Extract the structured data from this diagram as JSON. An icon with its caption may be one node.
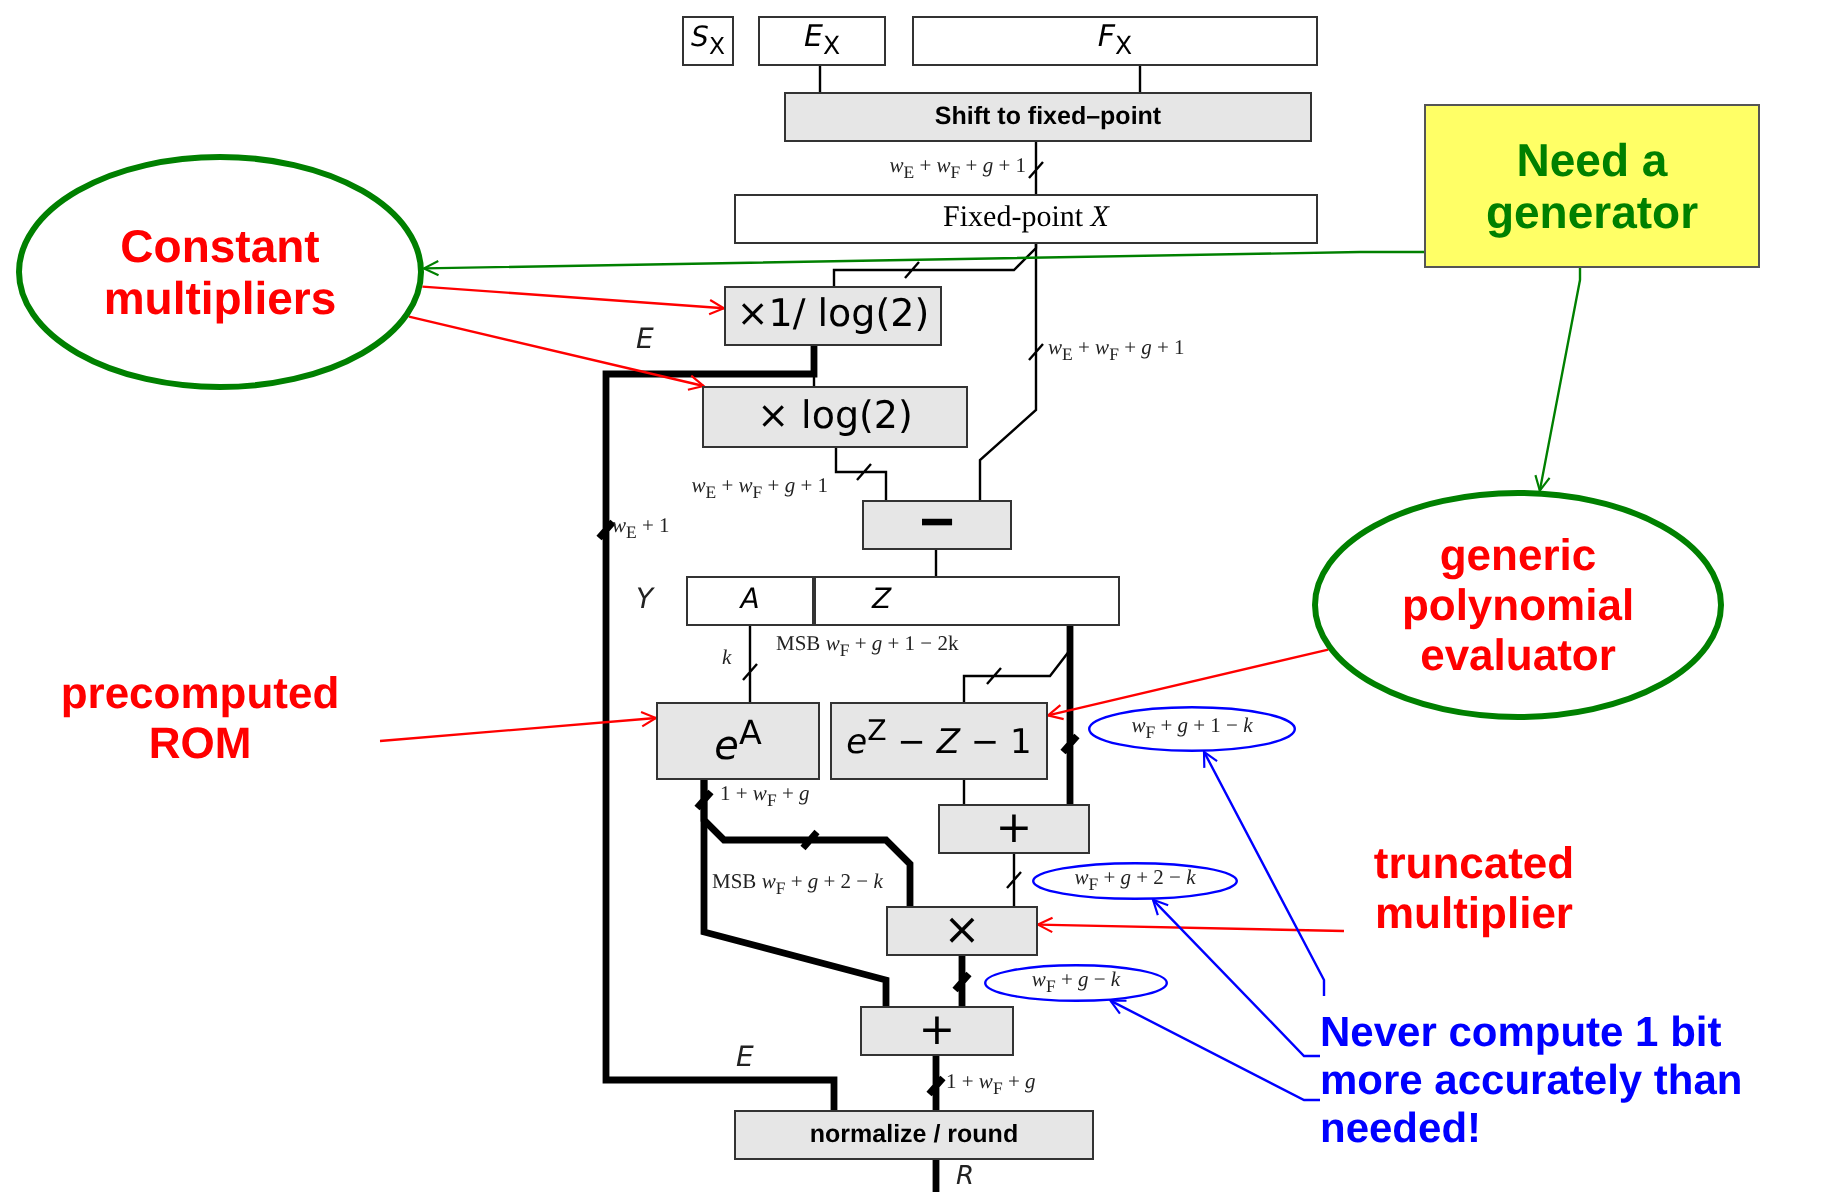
{
  "diagram": {
    "nodes": [
      {
        "text": [
          "*S*$_{X}$"
        ]
      },
      {
        "text": [
          "*E*$_{X}$"
        ]
      },
      {
        "text": [
          "*F*$_{X}$"
        ]
      },
      {
        "text": [
          "Shift to fixed–point"
        ]
      },
      {
        "text": [
          "Fixed-point *X*"
        ]
      },
      {
        "text": [
          "×1/ log(2)"
        ]
      },
      {
        "text": [
          "× log(2)"
        ]
      },
      {
        "text": [
          "−"
        ]
      },
      {
        "text": [
          "*A*"
        ]
      },
      {
        "text": [
          "*Z*"
        ]
      },
      {
        "text": [
          "*e*$^{A}$"
        ]
      },
      {
        "text": [
          "*e*$^{Z}$ − *Z* − 1"
        ]
      },
      {
        "text": [
          "+"
        ]
      },
      {
        "text": [
          "×"
        ]
      },
      {
        "text": [
          "+"
        ]
      },
      {
        "text": [
          "normalize / round"
        ]
      },
      {
        "text": [
          "Constant multipliers"
        ]
      },
      {
        "text": [
          "Need a generator"
        ]
      },
      {
        "text": [
          "generic polynomial evaluator"
        ]
      },
      {
        "text": [
          "precomputed ROM"
        ]
      },
      {
        "text": [
          "truncated multiplier"
        ]
      },
      {
        "text": [
          "Never compute 1 bit more accurately than needed!"
        ]
      },
      {
        "text": [
          "*w*$_{F}$ + *g* + 1 − *k*"
        ]
      },
      {
        "text": [
          "*w*$_{F}$ + *g* + 2 − *k*"
        ]
      },
      {
        "text": [
          "*w*$_{F}$ + *g* − *k*"
        ]
      }
    ],
    "edges": [
      {
        "from": 1,
        "to": 3,
        "arrow": "none"
      },
      {
        "from": 2,
        "to": 3,
        "arrow": "none"
      },
      {
        "from": 3,
        "to": 4,
        "arrow": "none",
        "label": "*w*$_{E}$ + *w*$_{F}$ + *g* + 1"
      },
      {
        "from": 4,
        "to": 5,
        "arrow": "none"
      },
      {
        "from": 4,
        "to": 7,
        "arrow": "none",
        "label": "*w*$_{E}$ + *w*$_{F}$ + *g* + 1"
      },
      {
        "from": 5,
        "to": 6,
        "arrow": "none"
      },
      {
        "from": 5,
        "to": 15,
        "arrow": "none",
        "style": "thick",
        "label": "*w*$_{E}$ + 1"
      },
      {
        "from": 6,
        "to": 7,
        "arrow": "none",
        "label": "*w*$_{E}$ + *w*$_{F}$ + *g* + 1"
      },
      {
        "from": 7,
        "to": 9,
        "arrow": "none"
      },
      {
        "from": 8,
        "to": 10,
        "arrow": "none",
        "label": "*k*"
      },
      {
        "from": 9,
        "to": 11,
        "arrow": "none",
        "label": "MSB *w*$_{F}$ + *g* + 1 − 2k"
      },
      {
        "from": 9,
        "to": 12,
        "arrow": "none",
        "style": "thick"
      },
      {
        "from": 11,
        "to": 12,
        "arrow": "none"
      },
      {
        "from": 10,
        "to": 13,
        "arrow": "none",
        "style": "thick",
        "label": "MSB *w*$_{F}$ + *g* + 2 − *k*"
      },
      {
        "from": 10,
        "to": 14,
        "arrow": "none",
        "style": "thick",
        "label": "1 + *w*$_{F}$ + *g*"
      },
      {
        "from": 12,
        "to": 13,
        "arrow": "none"
      },
      {
        "from": 13,
        "to": 14,
        "arrow": "none",
        "style": "thick"
      },
      {
        "from": 14,
        "to": 15,
        "arrow": "none",
        "style": "thick",
        "label": "1 + *w*$_{F}$ + *g*"
      },
      {
        "from": 15,
        "to": null,
        "arrow": "none",
        "style": "thick",
        "label": "*R*"
      },
      {
        "from": 16,
        "to": 5,
        "arrow": "to",
        "color": "#ff0000"
      },
      {
        "from": 16,
        "to": 6,
        "arrow": "to",
        "color": "#ff0000"
      },
      {
        "from": 17,
        "to": 16,
        "arrow": "to",
        "color": "#008000"
      },
      {
        "from": 17,
        "to": 18,
        "arrow": "to",
        "color": "#008000"
      },
      {
        "from": 18,
        "to": 11,
        "arrow": "to",
        "color": "#ff0000"
      },
      {
        "from": 19,
        "to": 10,
        "arrow": "to",
        "color": "#ff0000"
      },
      {
        "from": 20,
        "to": 13,
        "arrow": "to",
        "color": "#ff0000"
      },
      {
        "from": 21,
        "to": 22,
        "arrow": "to",
        "color": "#0000ff"
      },
      {
        "from": 21,
        "to": 23,
        "arrow": "to",
        "color": "#0000ff"
      },
      {
        "from": 21,
        "to": 24,
        "arrow": "to",
        "color": "#0000ff"
      }
    ],
    "labels": [
      "*E*",
      "*Y*",
      "*E*"
    ]
  }
}
